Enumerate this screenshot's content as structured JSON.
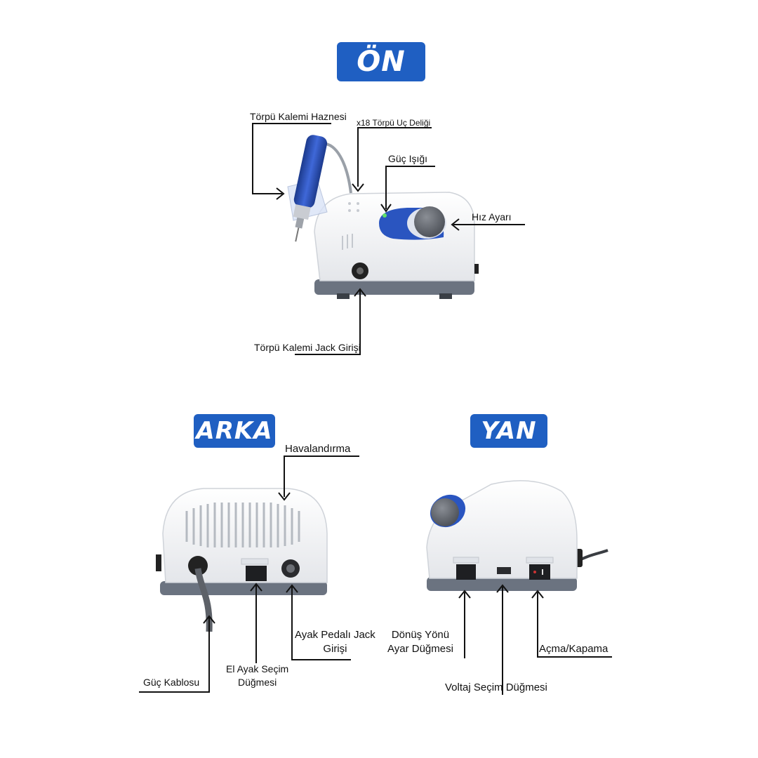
{
  "sections": {
    "front": "ÖN",
    "back": "ARKA",
    "side": "YAN"
  },
  "labels": {
    "handpiece_holder": "Törpü Kalemi Haznesi",
    "bit_holes": "x18 Törpü Uç Deliği",
    "power_light": "Güç Işığı",
    "speed_control": "Hız Ayarı",
    "handpiece_jack": "Törpü Kalemi Jack Girişi",
    "ventilation": "Havalandırma",
    "pedal_jack_line1": "Ayak Pedalı Jack",
    "pedal_jack_line2": "Girişi",
    "hand_foot_line1": "El Ayak Seçim",
    "hand_foot_line2": "Düğmesi",
    "power_cable": "Güç Kablosu",
    "direction_line1": "Dönüş Yönü",
    "direction_line2": "Ayar Düğmesi",
    "on_off": "Açma/Kapama",
    "voltage": "Voltaj Seçim Düğmesi"
  },
  "colors": {
    "badge": "#1f5fc2",
    "device_body": "#f3f4f6",
    "device_base": "#6b7380",
    "handpiece": "#2a4fb0",
    "knob": "#5d6168"
  }
}
